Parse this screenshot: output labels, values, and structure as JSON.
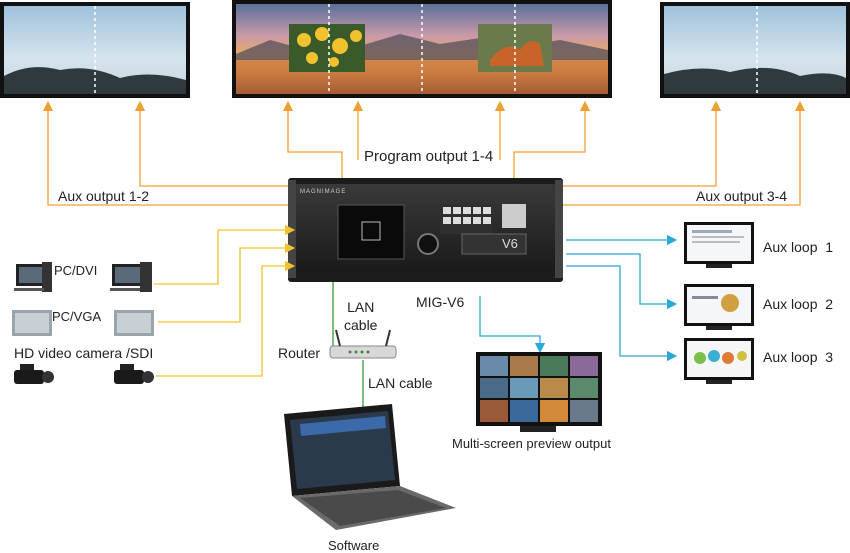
{
  "labels": {
    "program_output": "Program output 1-4",
    "aux_output_left": "Aux output 1-2",
    "aux_output_right": "Aux output 3-4",
    "pc_dvi": "PC/DVI",
    "pc_vga": "PC/VGA",
    "hd_camera": "HD video camera /SDI",
    "lan_cable_top": "LAN\ncable",
    "router": "Router",
    "lan_cable_bottom": "LAN cable",
    "model": "MIG-V6",
    "multi_screen_preview": "Multi-screen preview output",
    "software": "Software",
    "aux_loop_1": "Aux loop  1",
    "aux_loop_2": "Aux loop  2",
    "aux_loop_3": "Aux loop  3"
  },
  "device": {
    "brand": "MAGNIMAGE",
    "badge": "V6"
  },
  "colors": {
    "orange_line": "#f0a030",
    "yellow_line": "#f2c12e",
    "blue_line": "#2aa8d8",
    "green_line": "#3a9a3a",
    "device_body": "#2a2a2a"
  }
}
